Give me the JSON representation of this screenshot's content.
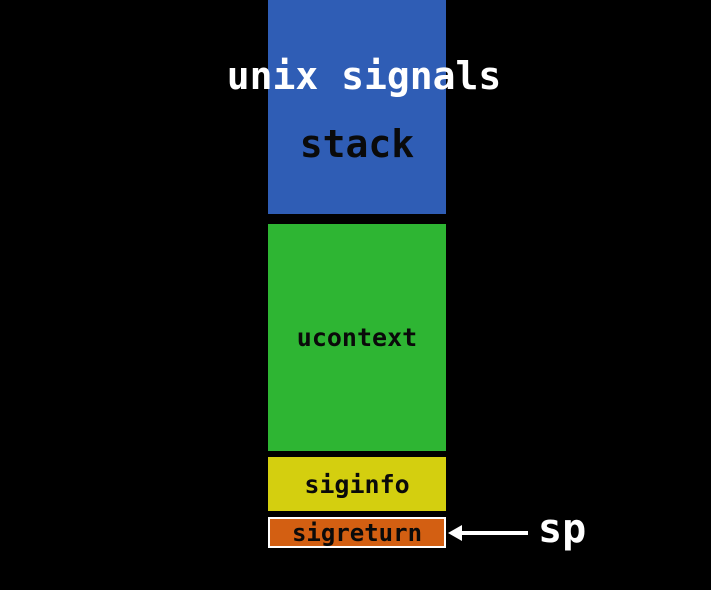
{
  "title": "unix signals",
  "stack": {
    "blocks": {
      "stack": "stack",
      "ucontext": "ucontext",
      "siginfo": "siginfo",
      "sigreturn": "sigreturn"
    },
    "pointer": "sp"
  },
  "colors": {
    "stack": "#2f5db5",
    "ucontext": "#2eb533",
    "siginfo": "#d4cf0f",
    "sigreturn": "#d35f12",
    "background": "#000000",
    "text_light": "#ffffff"
  },
  "icons": {
    "pointer_arrow": "arrow-left-icon"
  }
}
